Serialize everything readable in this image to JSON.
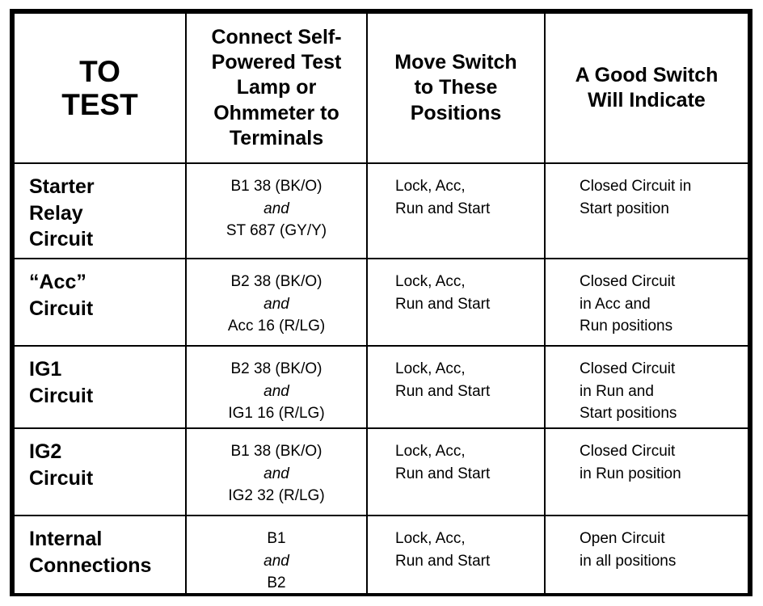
{
  "table": {
    "header": {
      "to_test": [
        "TO",
        "TEST"
      ],
      "connect": [
        "Connect Self-",
        "Powered Test",
        "Lamp or",
        "Ohmmeter to",
        "Terminals"
      ],
      "move": [
        "Move Switch",
        "to These",
        "Positions"
      ],
      "good": [
        "A Good Switch",
        "Will Indicate"
      ]
    },
    "rows": [
      {
        "test": [
          "Starter",
          "Relay",
          "Circuit"
        ],
        "terminals": [
          "B1 38 (BK/O)",
          "and",
          "ST 687 (GY/Y)"
        ],
        "positions": [
          "Lock, Acc,",
          "Run and Start"
        ],
        "indicate": [
          "Closed Circuit in",
          "Start position"
        ]
      },
      {
        "test": [
          "“Acc”",
          "Circuit"
        ],
        "terminals": [
          "B2 38 (BK/O)",
          "and",
          "Acc 16 (R/LG)"
        ],
        "positions": [
          "Lock, Acc,",
          "Run and Start"
        ],
        "indicate": [
          "Closed Circuit",
          "in Acc and",
          "Run positions"
        ]
      },
      {
        "test": [
          "IG1",
          "Circuit"
        ],
        "terminals": [
          "B2 38 (BK/O)",
          "and",
          "IG1 16 (R/LG)"
        ],
        "positions": [
          "Lock, Acc,",
          "Run and Start"
        ],
        "indicate": [
          "Closed Circuit",
          "in Run and",
          "Start positions"
        ]
      },
      {
        "test": [
          "IG2",
          "Circuit"
        ],
        "terminals": [
          "B1 38 (BK/O)",
          "and",
          "IG2 32 (R/LG)"
        ],
        "positions": [
          "Lock, Acc,",
          "Run and Start"
        ],
        "indicate": [
          "Closed Circuit",
          "in Run position"
        ]
      },
      {
        "test": [
          "Internal",
          "Connections"
        ],
        "terminals": [
          "B1",
          "and",
          "B2"
        ],
        "positions": [
          "Lock, Acc,",
          "Run and Start"
        ],
        "indicate": [
          "Open Circuit",
          "in all positions"
        ]
      }
    ]
  }
}
